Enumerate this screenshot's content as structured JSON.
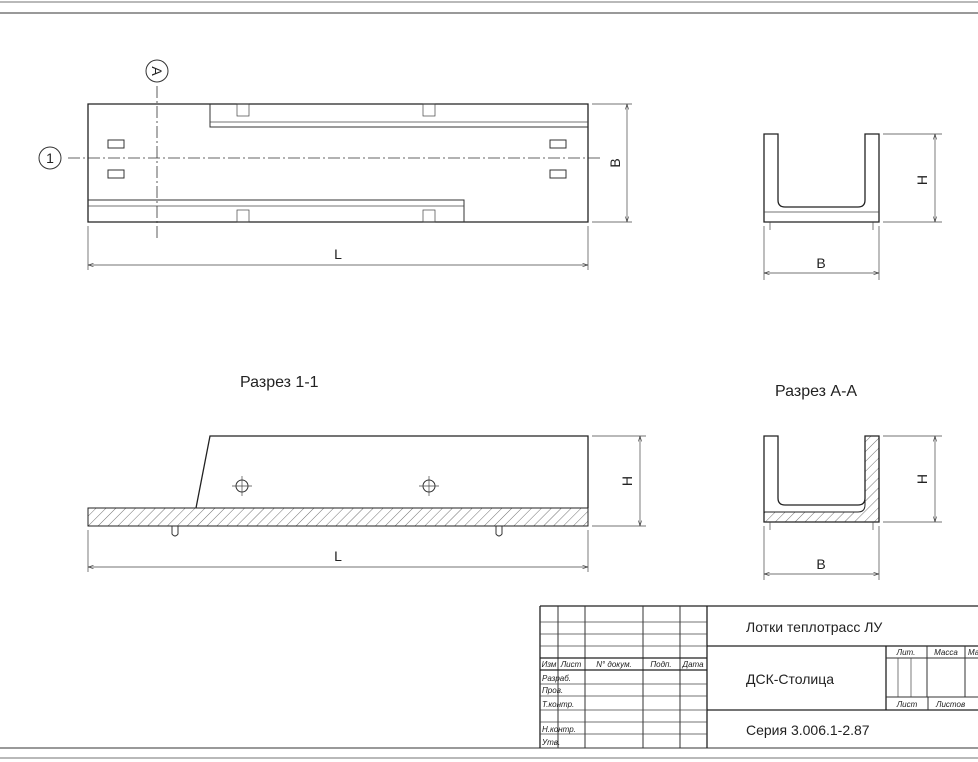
{
  "dimensions": {
    "plan_length": "L",
    "plan_width": "B",
    "cross_height": "H",
    "cross_width": "B",
    "section1_height": "H",
    "section1_length": "L",
    "sectionA_height": "H",
    "sectionA_width": "B"
  },
  "markers": {
    "section_line_1": "1",
    "section_line_a": "A"
  },
  "section_titles": {
    "section_1_1": "Разрез 1-1",
    "section_a_a": "Разрез А-А"
  },
  "title_block": {
    "product_name": "Лотки теплотрасс ЛУ",
    "company": "ДСК-Столица",
    "series": "Серия 3.006.1-2.87",
    "columns": [
      "Изм",
      "Лист",
      "N° докум.",
      "Подп.",
      "Дата"
    ],
    "rows": [
      "Разраб.",
      "Пров.",
      "Т.контр.",
      "",
      "Н.контр.",
      "Утв."
    ],
    "stage_headers": [
      "Лит.",
      "Масса",
      "Масштаб"
    ],
    "sheet_labels": [
      "Лист",
      "Листов"
    ]
  }
}
